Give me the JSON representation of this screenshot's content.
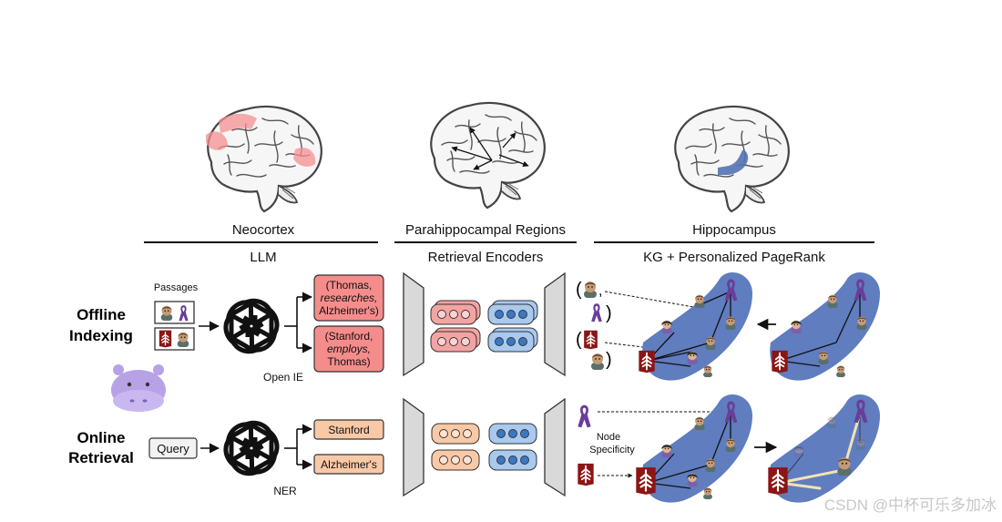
{
  "headers": {
    "neocortex": "Neocortex",
    "parahippocampal": "Parahippocampal Regions",
    "hippocampus": "Hippocampus",
    "llm": "LLM",
    "retrieval_encoders": "Retrieval Encoders",
    "kg_ppr": "KG + Personalized PageRank"
  },
  "rows": {
    "offline": [
      "Offline",
      "Indexing"
    ],
    "online": [
      "Online",
      "Retrieval"
    ]
  },
  "labels": {
    "passages": "Passages",
    "open_ie": "Open IE",
    "query": "Query",
    "ner": "NER",
    "node_specificity": [
      "Node",
      "Specificity"
    ]
  },
  "triples": [
    {
      "line1": "(Thomas,",
      "line2": "researches,",
      "line3": "Alzheimer's)"
    },
    {
      "line1": "(Stanford,",
      "line2": "employs,",
      "line3": "Thomas)"
    }
  ],
  "entities": [
    "Stanford",
    "Alzheimer's"
  ],
  "tuple_marks": {
    "open": "(",
    "comma": ",",
    "close": ")"
  },
  "watermark": "CSDN @中杯可乐多加冰",
  "colors": {
    "triple_box": "#f58c8c",
    "entity_box": "#f9c8a6",
    "kg_blob": "#5f7dbf",
    "stanford_red": "#8c1515",
    "ribbon_purple": "#6a3d9a",
    "encoder_pink": "#f4a3a3",
    "encoder_blue": "#a9c9ee",
    "brain_highlight_red": "#f48f92",
    "brain_highlight_blue": "#5572b5",
    "hippo_purple": "#b7a2e6"
  },
  "icons": [
    "brain-icon",
    "openai-logo-icon",
    "awareness-ribbon-icon",
    "stanford-tree-icon",
    "person-icon",
    "hippo-mascot-icon"
  ]
}
